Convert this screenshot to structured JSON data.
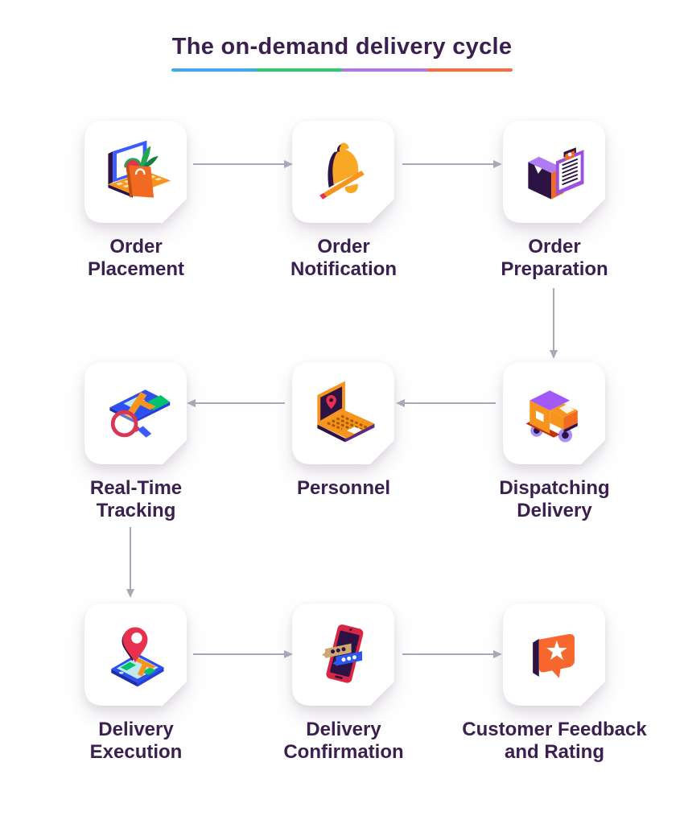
{
  "title": "The on-demand delivery cycle",
  "title_underline_colors": [
    "#3FA9F5",
    "#2ECC71",
    "#B175EC",
    "#FA6B3D"
  ],
  "text_color": "#3B1F4E",
  "arrow_color": "#A8A8B8",
  "background_color": "#FFFFFF",
  "steps": [
    {
      "label": "Order\nPlacement",
      "icon": "laptop-shopping-bag-icon"
    },
    {
      "label": "Order\nNotification",
      "icon": "notification-bell-icon"
    },
    {
      "label": "Order\nPreparation",
      "icon": "box-clipboard-icon"
    },
    {
      "label": "Dispatching\nDelivery",
      "icon": "delivery-truck-icon"
    },
    {
      "label": "Personnel",
      "icon": "laptop-location-pin-icon"
    },
    {
      "label": "Real-Time\nTracking",
      "icon": "map-magnifier-icon"
    },
    {
      "label": "Delivery\nExecution",
      "icon": "phone-map-pin-icon"
    },
    {
      "label": "Delivery\nConfirmation",
      "icon": "phone-chat-icon"
    },
    {
      "label": "Customer Feedback\nand Rating",
      "icon": "feedback-star-bubble-icon"
    }
  ],
  "connections": [
    {
      "from": "Order Placement",
      "to": "Order Notification",
      "direction": "right"
    },
    {
      "from": "Order Notification",
      "to": "Order Preparation",
      "direction": "right"
    },
    {
      "from": "Order Preparation",
      "to": "Dispatching Delivery",
      "direction": "down"
    },
    {
      "from": "Dispatching Delivery",
      "to": "Personnel",
      "direction": "left"
    },
    {
      "from": "Personnel",
      "to": "Real-Time Tracking",
      "direction": "left"
    },
    {
      "from": "Real-Time Tracking",
      "to": "Delivery Execution",
      "direction": "down"
    },
    {
      "from": "Delivery Execution",
      "to": "Delivery Confirmation",
      "direction": "right"
    },
    {
      "from": "Delivery Confirmation",
      "to": "Customer Feedback and Rating",
      "direction": "right"
    }
  ]
}
